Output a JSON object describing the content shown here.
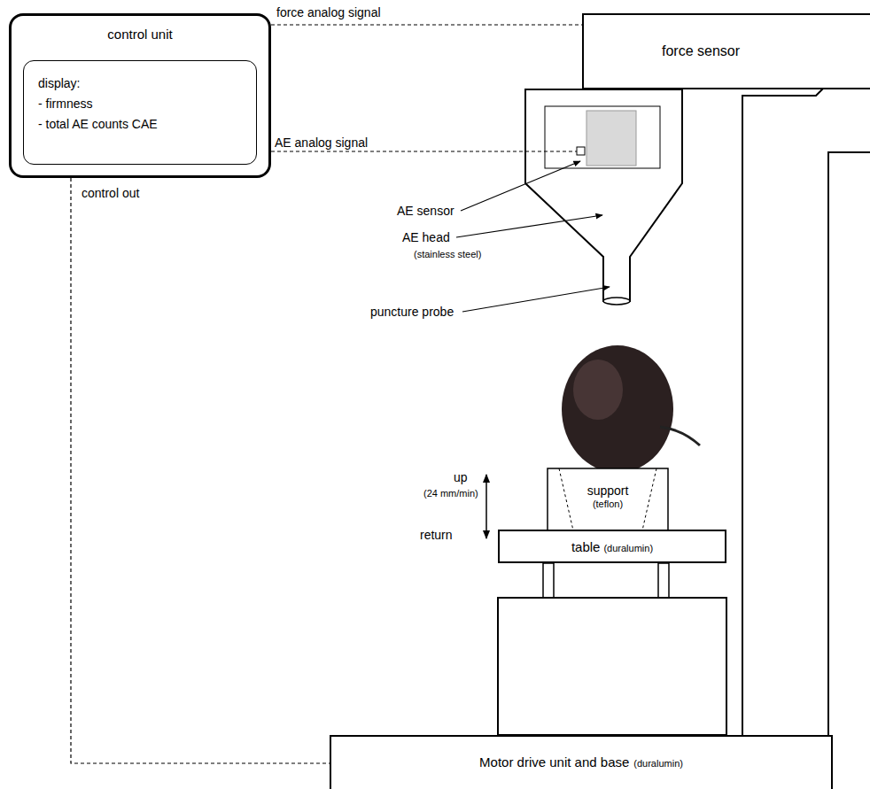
{
  "diagram": {
    "nodes": [
      {
        "text": [
          "control unit"
        ]
      },
      {
        "text": [
          "display:",
          "- firmness",
          "- total AE counts CAE"
        ],
        "in": 0
      },
      {
        "text": [
          "force sensor"
        ]
      },
      {
        "text": [
          "support",
          "(teflon)"
        ]
      },
      {
        "text": [
          "table",
          "(duralumin)"
        ]
      },
      {
        "text": [
          "Motor drive unit and base",
          "(duralumin)"
        ]
      }
    ],
    "edges": [
      {
        "from": 0,
        "to": 2,
        "arrow": "none",
        "label": "force analog signal"
      },
      {
        "from": 0,
        "to": 5,
        "arrow": "none",
        "label": "control out"
      }
    ],
    "labels": [
      "AE analog signal",
      "AE sensor",
      "AE head",
      "(stainless steel)",
      "puncture probe",
      "up",
      "(24 mm/min)",
      "return"
    ]
  }
}
